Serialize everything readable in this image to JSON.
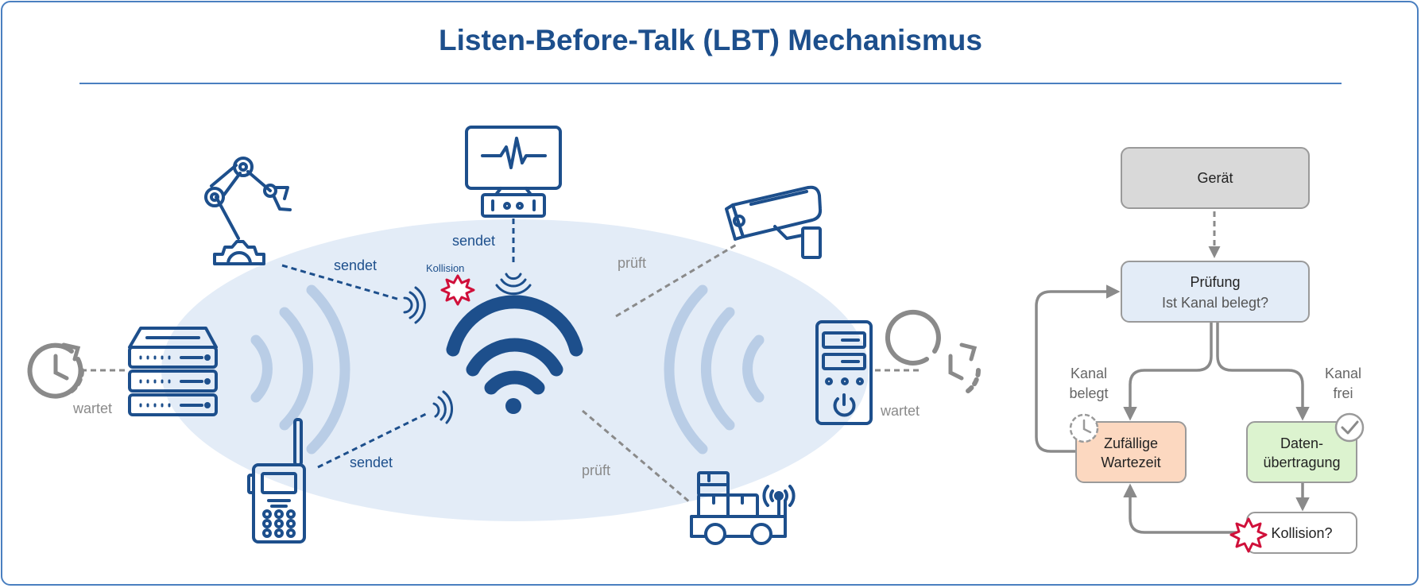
{
  "title": "Listen-Before-Talk (LBT) Mechanismus",
  "colors": {
    "primary": "#1d4f8c",
    "accent_border": "#4a7fc0",
    "ellipse": "#e3ecf7",
    "wave_light": "#b9cde6",
    "gray": "#8a8a8a",
    "collision": "#d0103a",
    "box_gray": "#d9d9d9",
    "box_blue": "#e3ecf7",
    "box_orange": "#fcd8c0",
    "box_green": "#dcf3cf"
  },
  "network": {
    "labels": {
      "robot": "sendet",
      "monitor": "sendet",
      "collision": "Kollision",
      "camera": "prüft",
      "radio": "sendet",
      "truck": "prüft",
      "server": "wartet",
      "tower": "wartet"
    },
    "devices": [
      {
        "name": "robot-arm-icon",
        "state": "sendet"
      },
      {
        "name": "monitor-icon",
        "state": "sendet"
      },
      {
        "name": "security-camera-icon",
        "state": "prüft"
      },
      {
        "name": "server-rack-icon",
        "state": "wartet"
      },
      {
        "name": "computer-tower-icon",
        "state": "wartet"
      },
      {
        "name": "walkie-talkie-icon",
        "state": "sendet"
      },
      {
        "name": "delivery-truck-icon",
        "state": "prüft"
      }
    ],
    "center_icon": "wifi-icon"
  },
  "flowchart": {
    "device": "Gerät",
    "check_title": "Prüfung",
    "check_sub": "Ist Kanal belegt?",
    "busy_l1": "Kanal",
    "busy_l2": "belegt",
    "free_l1": "Kanal",
    "free_l2": "frei",
    "wait_l1": "Zufällige",
    "wait_l2": "Wartezeit",
    "tx_l1": "Daten-",
    "tx_l2": "übertragung",
    "collision": "Kollision?"
  }
}
